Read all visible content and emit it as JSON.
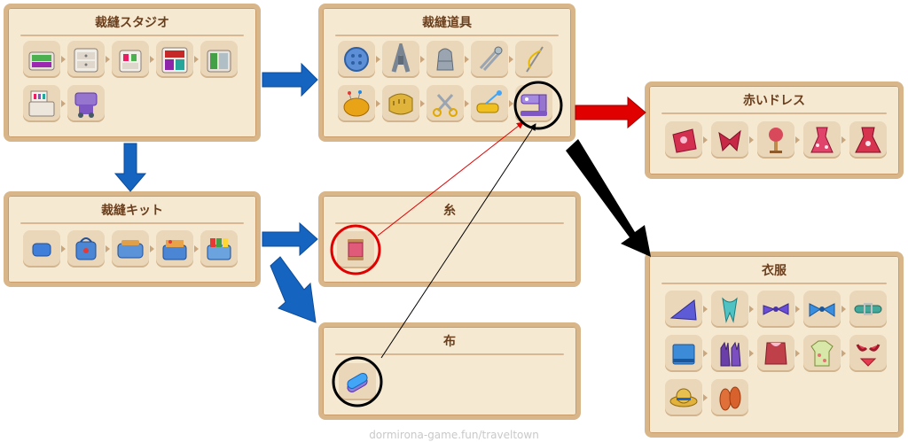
{
  "panels": {
    "studio": {
      "title": "裁縫スタジオ"
    },
    "tools": {
      "title": "裁縫道具"
    },
    "dress": {
      "title": "赤いドレス"
    },
    "kit": {
      "title": "裁縫キット"
    },
    "thread": {
      "title": "糸"
    },
    "cloth": {
      "title": "布"
    },
    "clothes": {
      "title": "衣服"
    }
  },
  "items": {
    "studio": [
      "drawer-box-icon",
      "drawer-cabinet-icon",
      "small-cabinet-icon",
      "open-cabinet-icon",
      "fabric-cabinet-icon",
      "sewing-desk-icon",
      "sewing-station-icon"
    ],
    "tools": [
      "button-icon",
      "zipper-icon",
      "thimble-icon",
      "safety-pin-icon",
      "needle-thread-icon",
      "pincushion-icon",
      "tape-measure-icon",
      "scissors-icon",
      "pin-set-icon",
      "sewing-machine-icon"
    ],
    "dress": [
      "red-cloth-icon",
      "red-ribbon-icon",
      "dress-form-icon",
      "red-dress-icon",
      "red-gown-icon"
    ],
    "kit": [
      "small-pouch-icon",
      "sewing-bag-icon",
      "sewing-case-icon",
      "sewing-basket-icon",
      "full-sewing-box-icon"
    ],
    "thread": [
      "pink-thread-spool-icon"
    ],
    "cloth": [
      "fabric-rolls-icon"
    ],
    "clothes": [
      "scarf-triangle-icon",
      "teal-scarf-icon",
      "purple-bow-icon",
      "blue-bow-icon",
      "green-belt-icon",
      "blue-towel-icon",
      "purple-gloves-icon",
      "red-top-icon",
      "floral-shirt-icon",
      "red-bikini-icon",
      "straw-hat-icon",
      "sandals-icon"
    ]
  },
  "colors": {
    "flow_blue": "#1565c0",
    "flow_red": "#e00000",
    "flow_black": "#000000",
    "panel_bg": "#f6e9d2",
    "panel_border": "#d9b58a"
  },
  "watermark": "dormirona-game.fun/traveltown"
}
